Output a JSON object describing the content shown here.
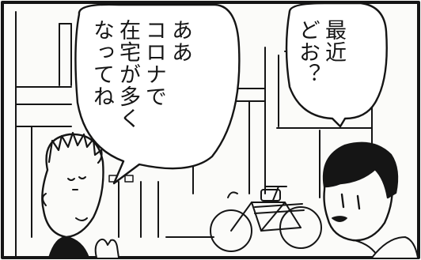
{
  "speech_left": {
    "lines": [
      "ああ",
      "コロナで",
      "在宅が多く",
      "なってね"
    ]
  },
  "speech_right": {
    "lines": [
      "最近",
      "どお？"
    ]
  },
  "colors": {
    "ink": "#151515",
    "paper": "#fbfbf9"
  }
}
